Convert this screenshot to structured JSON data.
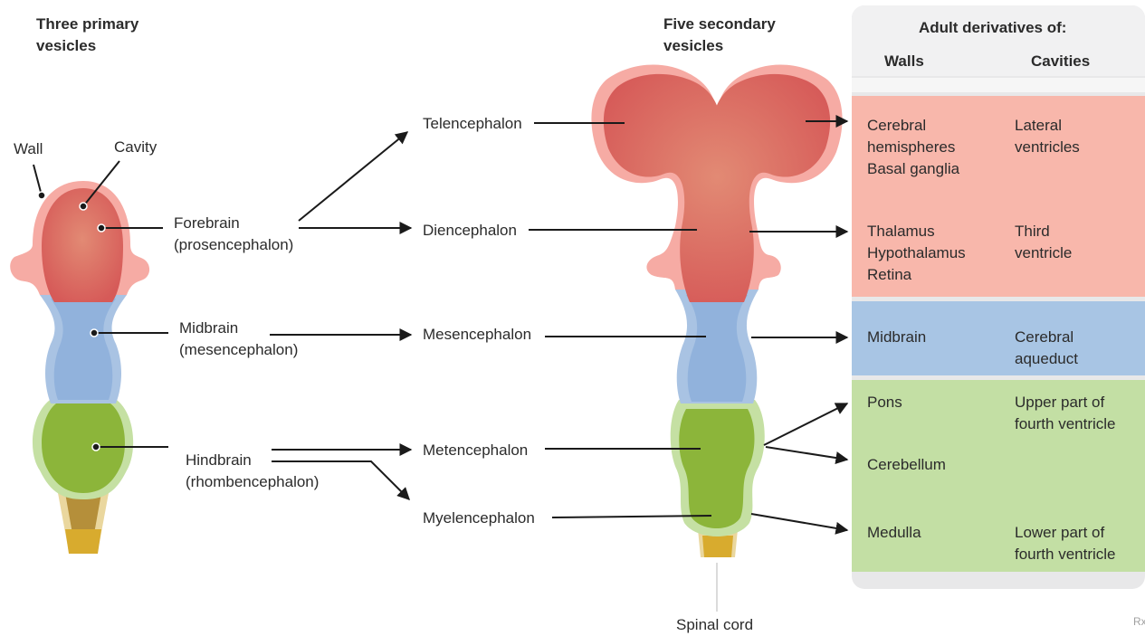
{
  "headings": {
    "primary": "Three primary\nvesicles",
    "secondary": "Five secondary\nvesicles",
    "derivatives": "Adult derivatives of:",
    "walls": "Walls",
    "cavities": "Cavities"
  },
  "anatomy": {
    "wall": "Wall",
    "cavity": "Cavity",
    "spinal_cord": "Spinal cord"
  },
  "primary_vesicles": {
    "forebrain": "Forebrain\n(prosencephalon)",
    "midbrain": "Midbrain\n(mesencephalon)",
    "hindbrain": "Hindbrain\n(rhombencephalon)"
  },
  "secondary_vesicles": {
    "telencephalon": "Telencephalon",
    "diencephalon": "Diencephalon",
    "mesencephalon": "Mesencephalon",
    "metencephalon": "Metencephalon",
    "myelencephalon": "Myelencephalon"
  },
  "derivatives": {
    "telencephalon_walls": "Cerebral\nhemispheres\nBasal ganglia",
    "telencephalon_cavities": "Lateral\nventricles",
    "diencephalon_walls": "Thalamus\nHypothalamus\nRetina",
    "diencephalon_cavities": "Third\nventricle",
    "mesencephalon_walls": "Midbrain",
    "mesencephalon_cavities": "Cerebral\naqueduct",
    "pons_walls": "Pons",
    "pons_cavities": "Upper part of\nfourth ventricle",
    "cerebellum_walls": "Cerebellum",
    "medulla_walls": "Medulla",
    "medulla_cavities": "Lower part of\nfourth ventricle"
  },
  "colors": {
    "forebrain_wall": "#f5a9a2",
    "forebrain_cavity": "#d9645f",
    "midbrain_wall": "#a9c3e3",
    "midbrain_cavity": "#8fb0da",
    "hindbrain_wall": "#c5e0a3",
    "hindbrain_cavity": "#8fb83a",
    "cord": "#d8b24b"
  },
  "watermark": "Rx"
}
